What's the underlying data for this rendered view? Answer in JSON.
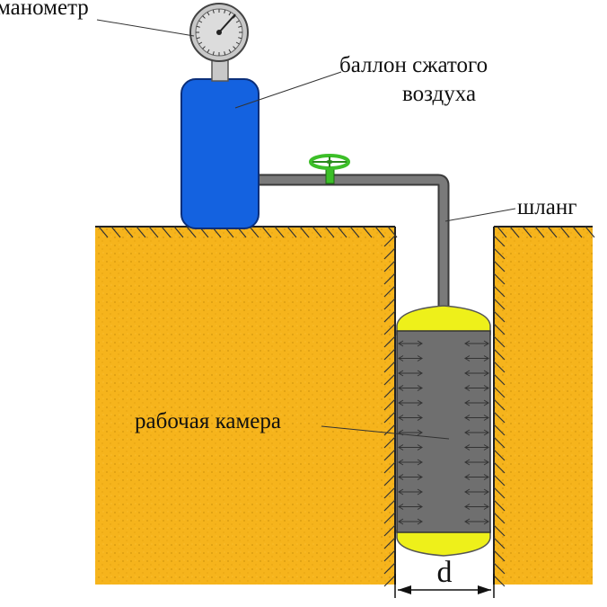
{
  "labels": {
    "manometer": "манометр",
    "cylinder_line1": "баллон сжатого",
    "cylinder_line2": "воздуха",
    "hose": "шланг",
    "chamber": "рабочая камера",
    "width": "d"
  },
  "colors": {
    "soil": "#f6b41c",
    "soil_hatch": "#6b4a00",
    "cylinder": "#1462e0",
    "pipe": "#7a7a7a",
    "valve": "#3cbf28",
    "chamber": "#6f6f6f",
    "chamber_caps": "#eef01a",
    "gauge_face": "#c8c8c8"
  },
  "icons": {
    "gauge": "pressure-gauge-icon",
    "valve": "valve-wheel-icon",
    "pressure_arrows": "double-arrow-icon"
  }
}
